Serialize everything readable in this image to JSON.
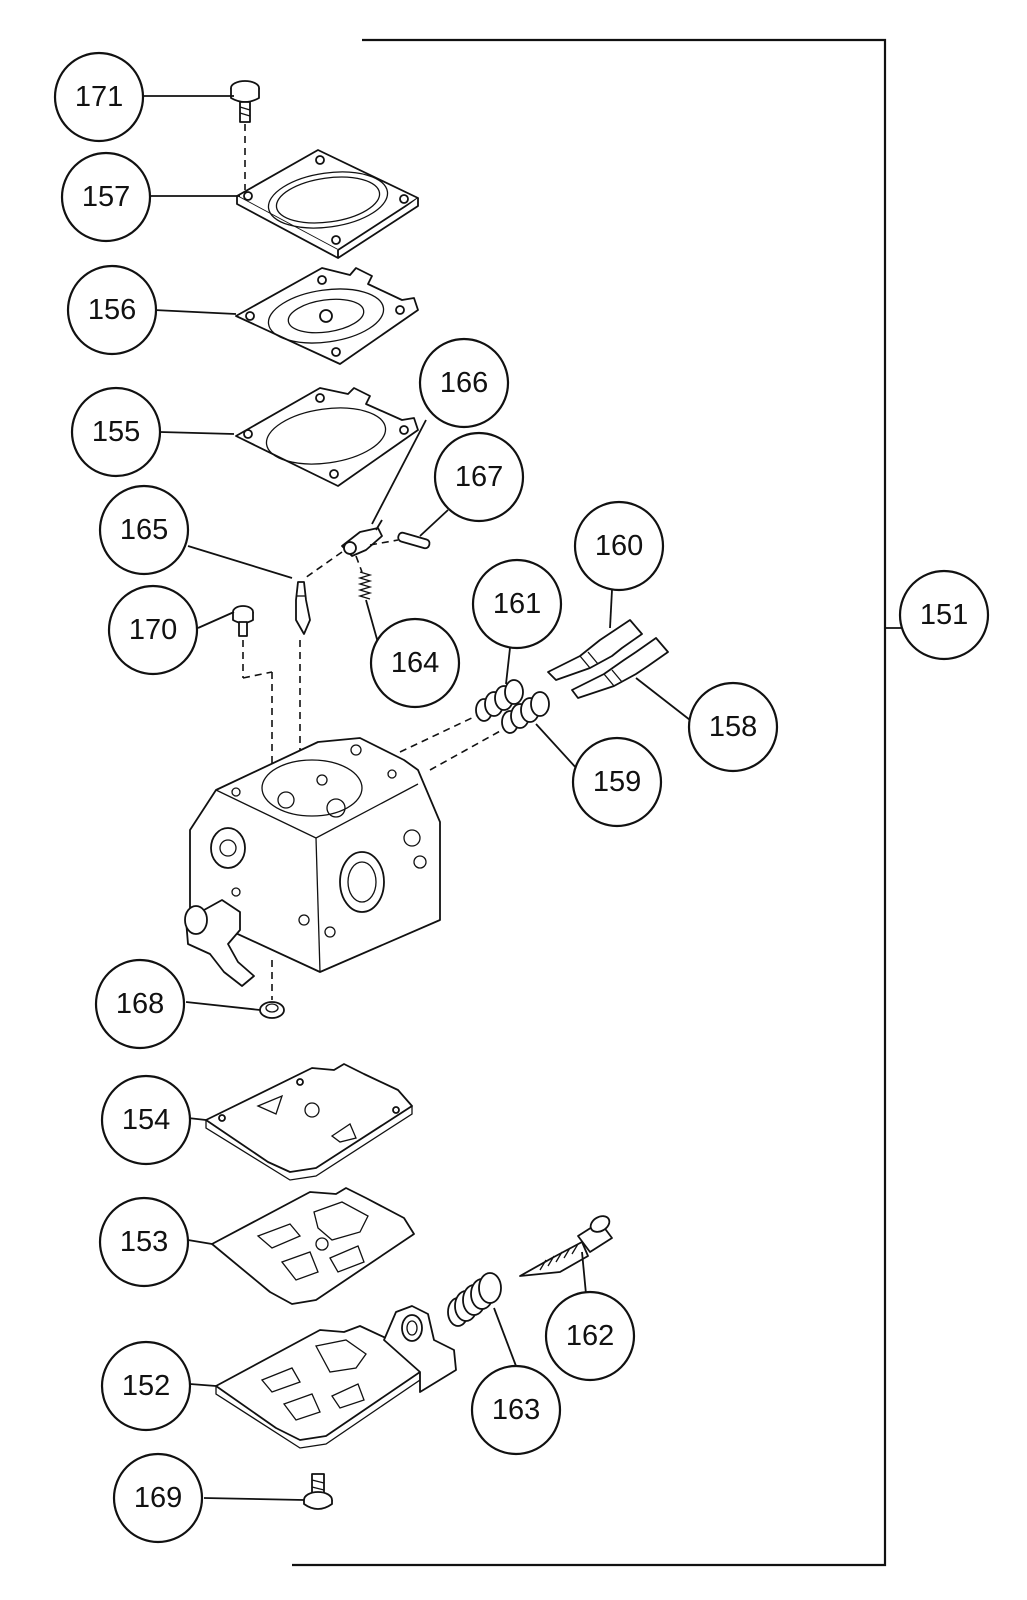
{
  "diagram": {
    "callouts": [
      {
        "id": "c151",
        "label": "151"
      },
      {
        "id": "c152",
        "label": "152"
      },
      {
        "id": "c153",
        "label": "153"
      },
      {
        "id": "c154",
        "label": "154"
      },
      {
        "id": "c155",
        "label": "155"
      },
      {
        "id": "c156",
        "label": "156"
      },
      {
        "id": "c157",
        "label": "157"
      },
      {
        "id": "c158",
        "label": "158"
      },
      {
        "id": "c159",
        "label": "159"
      },
      {
        "id": "c160",
        "label": "160"
      },
      {
        "id": "c161",
        "label": "161"
      },
      {
        "id": "c162",
        "label": "162"
      },
      {
        "id": "c163",
        "label": "163"
      },
      {
        "id": "c164",
        "label": "164"
      },
      {
        "id": "c165",
        "label": "165"
      },
      {
        "id": "c166",
        "label": "166"
      },
      {
        "id": "c167",
        "label": "167"
      },
      {
        "id": "c168",
        "label": "168"
      },
      {
        "id": "c169",
        "label": "169"
      },
      {
        "id": "c170",
        "label": "170"
      },
      {
        "id": "c171",
        "label": "171"
      }
    ]
  }
}
